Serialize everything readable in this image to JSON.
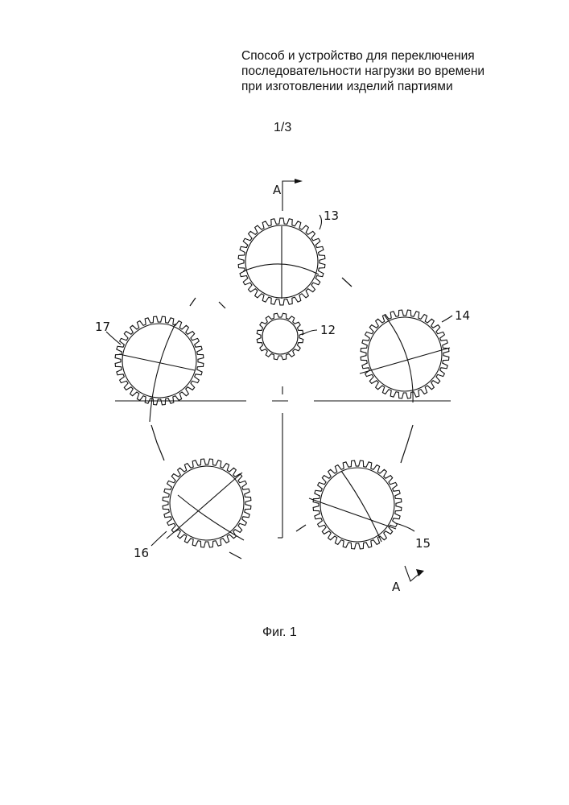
{
  "header": {
    "title_lines": [
      "Способ и устройство для переключения",
      "последовательности нагрузки во времени",
      "при изготовлении изделий партиями"
    ],
    "sheet": "1/3"
  },
  "figure": {
    "caption": "Фиг. 1",
    "section_label_top": "A",
    "section_label_bottom": "A",
    "gear_labels": {
      "g13": "13",
      "g12": "12",
      "g14": "14",
      "g15": "15",
      "g16": "16",
      "g17": "17"
    }
  }
}
